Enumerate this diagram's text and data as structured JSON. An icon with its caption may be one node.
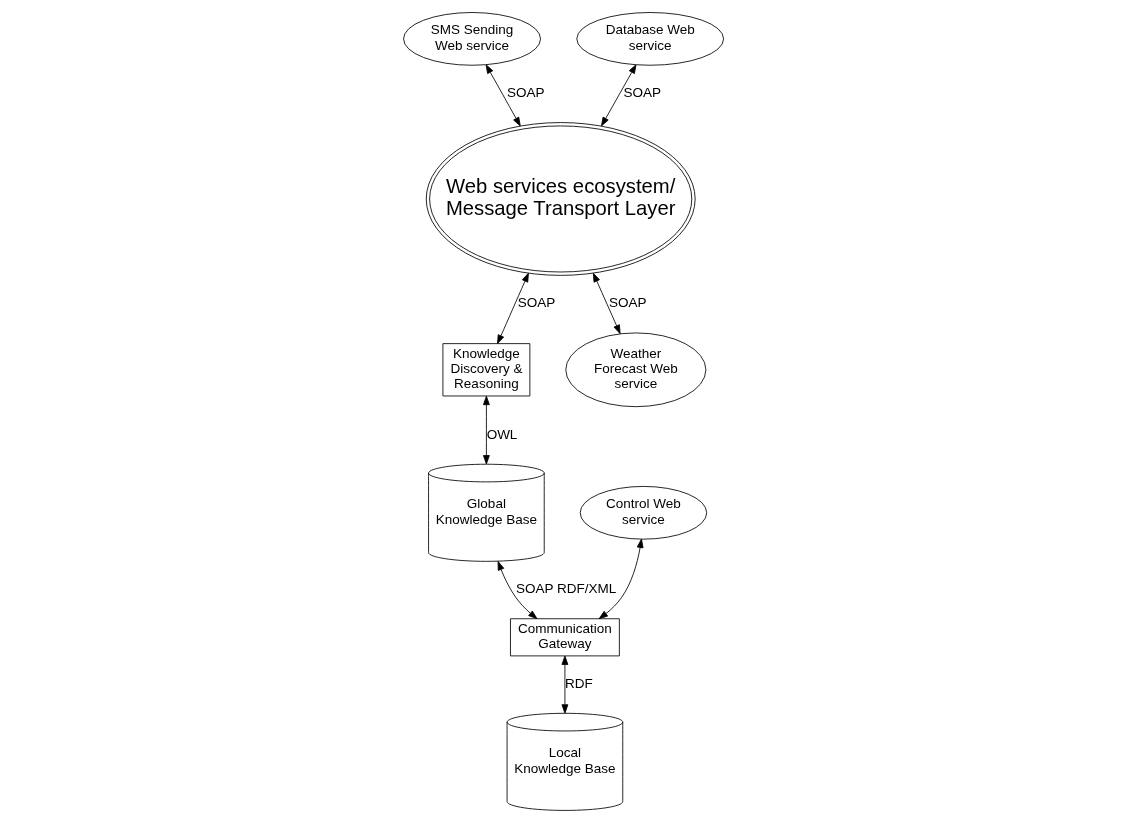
{
  "diagram": {
    "nodes": [
      {
        "text": [
          "SMS Sending Web service"
        ]
      },
      {
        "text": [
          "Knowledge Discovery & Reasoning"
        ]
      },
      {
        "text": [
          "Web services ecosystem/ Message Transport Layer"
        ]
      },
      {
        "text": [
          "Global Knowledge Base"
        ]
      },
      {
        "text": [
          "Communication Gateway"
        ]
      },
      {
        "text": [
          "Control Web service"
        ]
      },
      {
        "text": [
          "Local Knowledge Base"
        ]
      },
      {
        "text": [
          "Database Web service"
        ]
      },
      {
        "text": [
          "Weather Forecast Web service"
        ]
      }
    ],
    "edges": [
      {
        "from": 0,
        "to": 2,
        "arrow": "both",
        "label": "SOAP"
      },
      {
        "from": 2,
        "to": 1,
        "arrow": "both",
        "label": "SOAP"
      },
      {
        "from": 1,
        "to": 3,
        "arrow": "both",
        "label": "OWL"
      },
      {
        "from": 3,
        "to": 4,
        "arrow": "both",
        "label": "SOAP RDF/XML"
      },
      {
        "from": 5,
        "to": 4,
        "arrow": "both"
      },
      {
        "from": 4,
        "to": 6,
        "arrow": "both",
        "label": "RDF"
      },
      {
        "from": 7,
        "to": 2,
        "arrow": "both",
        "label": "SOAP"
      },
      {
        "from": 2,
        "to": 8,
        "arrow": "both",
        "label": "SOAP"
      }
    ]
  }
}
